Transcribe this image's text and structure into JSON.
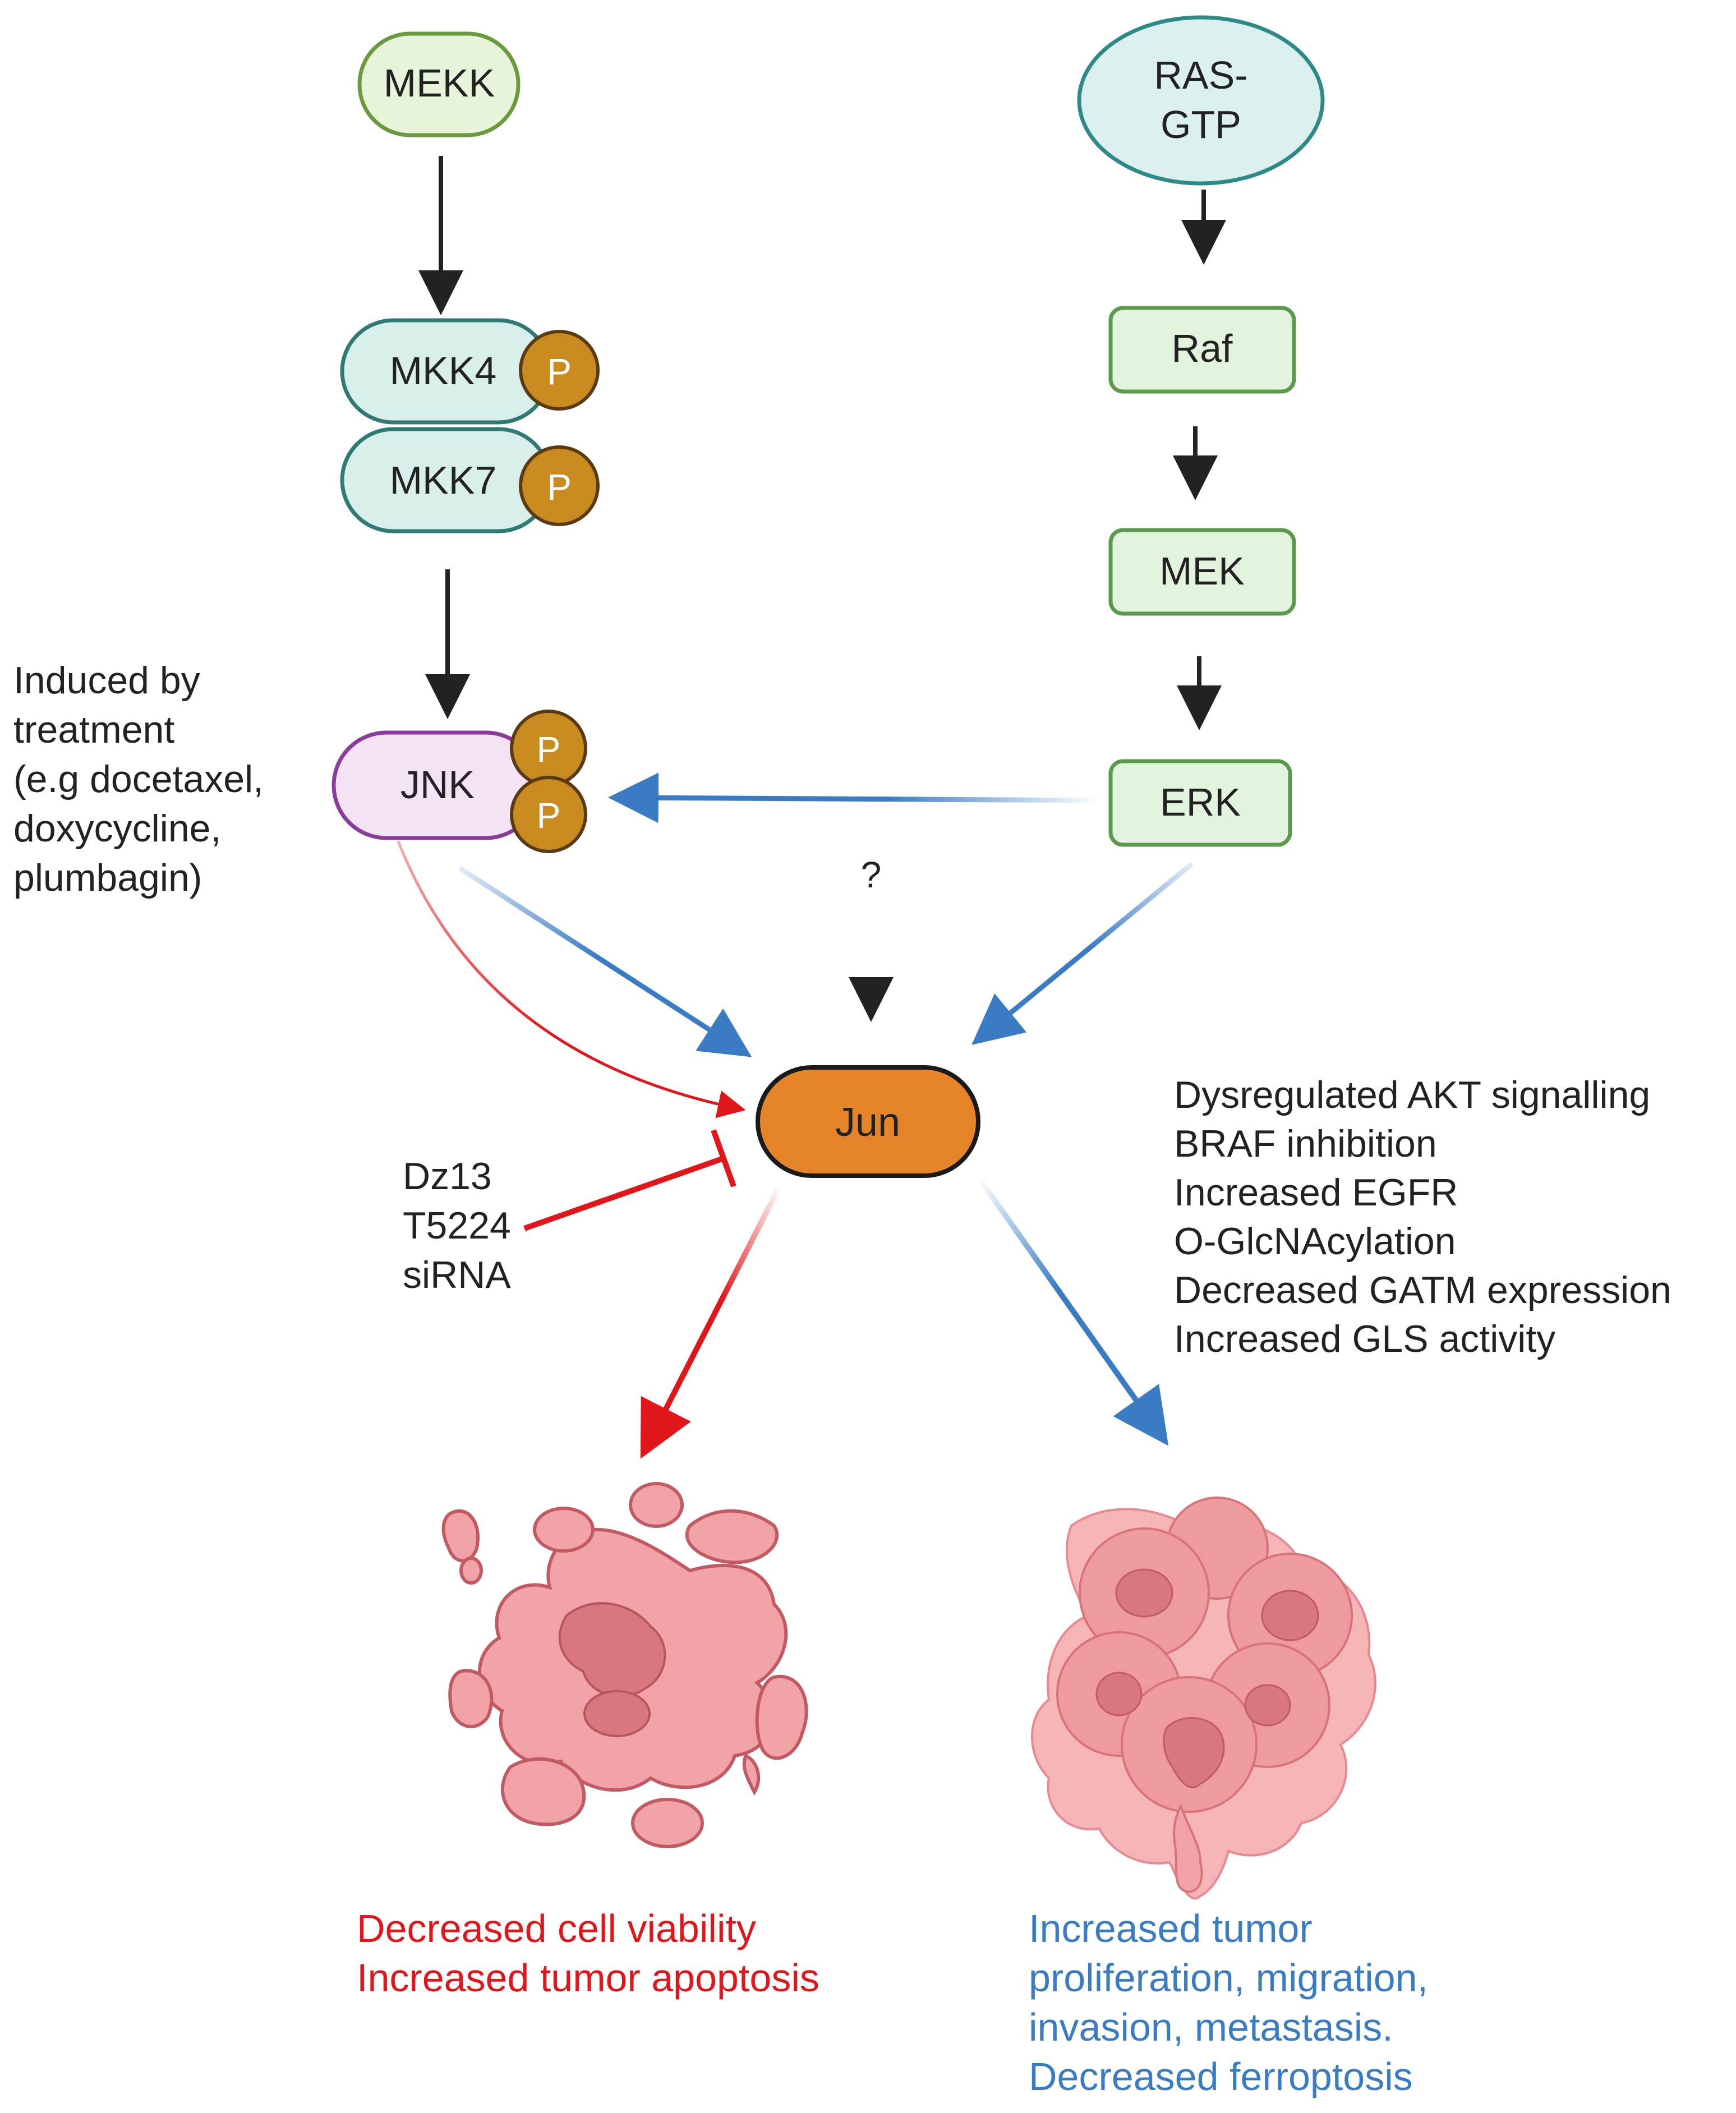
{
  "nodes": {
    "mekk": "MEKK",
    "ras_gtp_line1": "RAS-",
    "ras_gtp_line2": "GTP",
    "mkk4": "MKK4",
    "mkk7": "MKK7",
    "raf": "Raf",
    "mek": "MEK",
    "jnk": "JNK",
    "erk": "ERK",
    "jun": "Jun",
    "phospho": "P"
  },
  "annotations": {
    "unknown_input": "?",
    "induced_by": [
      "Induced by",
      "treatment",
      "(e.g docetaxel,",
      "doxycycline,",
      "plumbagin)"
    ],
    "inhibitors": [
      "Dz13",
      "T5224",
      "siRNA"
    ],
    "activators": [
      "Dysregulated AKT signalling",
      "BRAF inhibition",
      "Increased EGFR",
      "O-GlcNAcylation",
      "Decreased GATM expression",
      "Increased GLS activity"
    ]
  },
  "outcomes": {
    "apoptosis": [
      "Decreased cell viability",
      "Increased tumor apoptosis"
    ],
    "proliferation": [
      "Increased tumor",
      "proliferation, migration,",
      "invasion, metastasis.",
      "Decreased ferroptosis"
    ]
  },
  "colors": {
    "red": "#e0161b",
    "blue": "#3a7cc4",
    "black": "#222222",
    "jun_fill": "#e6842a",
    "phospho_fill": "#c98a1f",
    "green_fill": "#e3f4de",
    "green_stroke": "#5b9a4a",
    "teal_fill": "#d9efec",
    "teal_stroke": "#2f7a72",
    "jnk_fill": "#f3e3f4",
    "jnk_stroke": "#8a3c9c",
    "cell_fill": "#f0a0a3"
  }
}
